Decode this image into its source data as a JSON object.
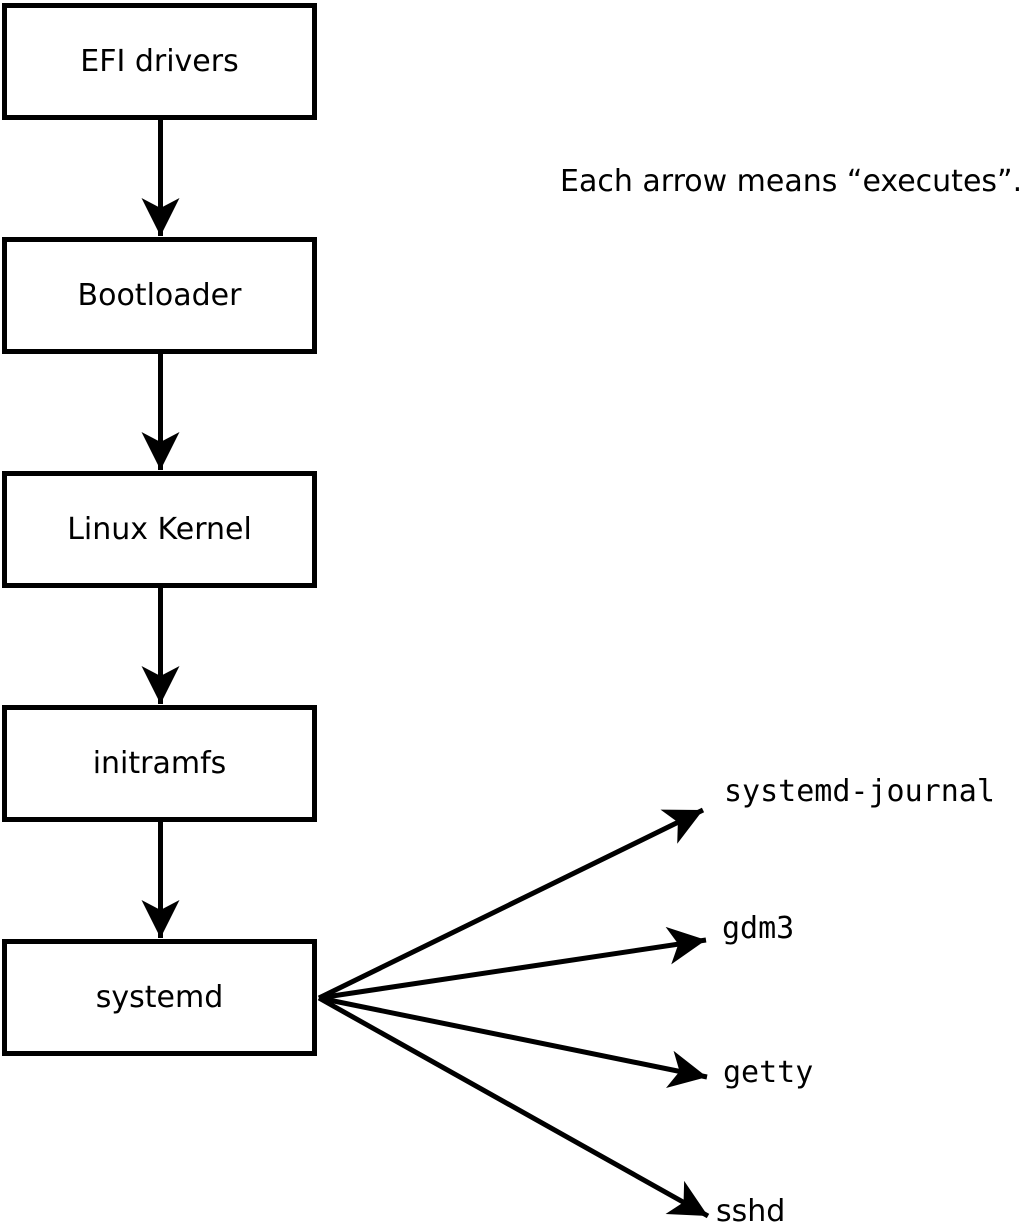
{
  "diagram": {
    "annotation": "Each arrow means “executes”.",
    "arrow_meaning": "executes",
    "chain": [
      {
        "label": "EFI drivers"
      },
      {
        "label": "Bootloader"
      },
      {
        "label": "Linux Kernel"
      },
      {
        "label": "initramfs"
      },
      {
        "label": "systemd"
      }
    ],
    "spawned": [
      {
        "label": "systemd-journal"
      },
      {
        "label": "gdm3"
      },
      {
        "label": "getty"
      },
      {
        "label": "sshd"
      }
    ],
    "colors": {
      "background": "#ffffff",
      "foreground": "#000000"
    }
  }
}
